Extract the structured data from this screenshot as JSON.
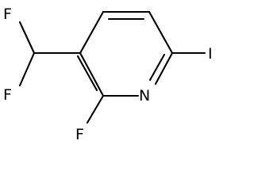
{
  "molecule": {
    "atoms": {
      "fluorine_top": "F",
      "fluorine_left": "F",
      "fluorine_bottom": "F",
      "nitrogen": "N",
      "iodine": "I"
    }
  },
  "colors": {
    "ink": "#000000",
    "background": "#ffffff"
  }
}
